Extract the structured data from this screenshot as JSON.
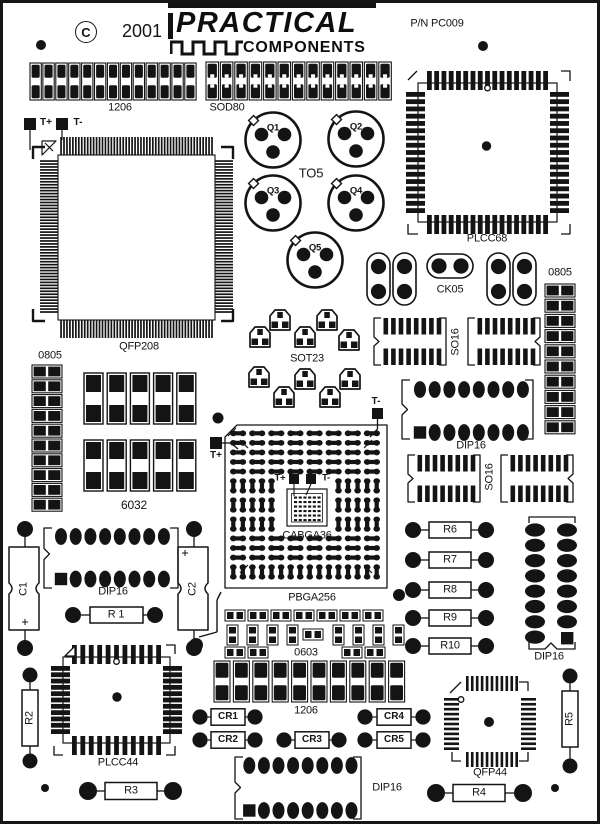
{
  "board": {
    "background": "#ffffff",
    "ink": "#141414"
  },
  "header": {
    "copyright_symbol": "C",
    "year": "2001",
    "brand_line1": "PRACTICAL",
    "brand_line2": "COMPONENTS",
    "part_number": "P/N PC009"
  },
  "labels": {
    "smd1206_top": "1206",
    "sod80": "SOD80",
    "qfp208": "QFP208",
    "qfp208_tplus": "T+",
    "qfp208_tminus": "T-",
    "plcc68": "PLCC68",
    "to5": "TO5",
    "q1": "Q1",
    "q2": "Q2",
    "q3": "Q3",
    "q4": "Q4",
    "q5": "Q5",
    "ck05": "CK05",
    "c0805_right": "0805",
    "c0805_left": "0805",
    "so16_top": "SO16",
    "so16_bottom": "SO16",
    "dip16_mid": "DIP16",
    "dip16_left": "DIP16",
    "dip16_right": "DIP16",
    "dip16_bottom": "DIP16",
    "c6032": "6032",
    "sot23": "SOT23",
    "pbga256": "PBGA256",
    "cabga36": "CABGA36",
    "pbga_tplus": "T+",
    "pbga_tminus": "T-",
    "cabga_tplus": "T+",
    "cabga_tminus": "T-",
    "r1": "R 1",
    "r2": "R2",
    "r3": "R3",
    "r4": "R4",
    "r5": "R5",
    "r6": "R6",
    "r7": "R7",
    "r8": "R8",
    "r9": "R9",
    "r10": "R10",
    "c1": "C1",
    "c2": "C2",
    "cr1": "CR1",
    "cr2": "CR2",
    "cr3": "CR3",
    "cr4": "CR4",
    "cr5": "CR5",
    "c0603": "0603",
    "smd1206_bottom": "1206",
    "plcc44": "PLCC44",
    "qfp44": "QFP44"
  }
}
